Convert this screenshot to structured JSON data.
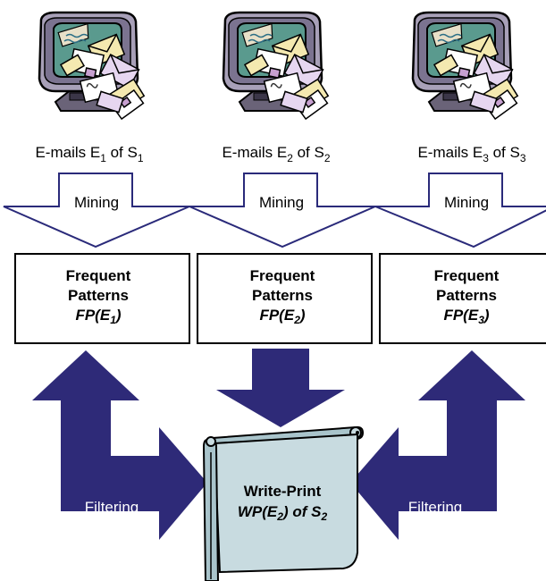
{
  "sources": [
    {
      "id": "S1",
      "label_prefix": "E-mails E",
      "email_sub": "1",
      "label_mid": " of S",
      "sender_sub": "1"
    },
    {
      "id": "S2",
      "label_prefix": "E-mails E",
      "email_sub": "2",
      "label_mid": " of S",
      "sender_sub": "2"
    },
    {
      "id": "S3",
      "label_prefix": "E-mails E",
      "email_sub": "3",
      "label_mid": " of S",
      "sender_sub": "3"
    }
  ],
  "mining_label": "Mining",
  "patterns": [
    {
      "line1": "Frequent",
      "line2": "Patterns",
      "fp_prefix": "FP(E",
      "fp_sub": "1",
      "fp_suffix": ")"
    },
    {
      "line1": "Frequent",
      "line2": "Patterns",
      "fp_prefix": "FP(E",
      "fp_sub": "2",
      "fp_suffix": ")"
    },
    {
      "line1": "Frequent",
      "line2": "Patterns",
      "fp_prefix": "FP(E",
      "fp_sub": "3",
      "fp_suffix": ")"
    }
  ],
  "filtering_label": "Filtering",
  "writeprint": {
    "title": "Write-Print",
    "wp_prefix": "WP(E",
    "wp_sub": "2",
    "wp_mid": ") of S",
    "wp_sub2": "2"
  },
  "colors": {
    "arrow_fill": "#2e2a78",
    "scroll_fill": "#c8dbe0",
    "monitor_frame": "#a8a0b8",
    "monitor_screen": "#5a9a8e"
  },
  "icons": [
    "email-computer-icon",
    "email-computer-icon",
    "email-computer-icon"
  ]
}
